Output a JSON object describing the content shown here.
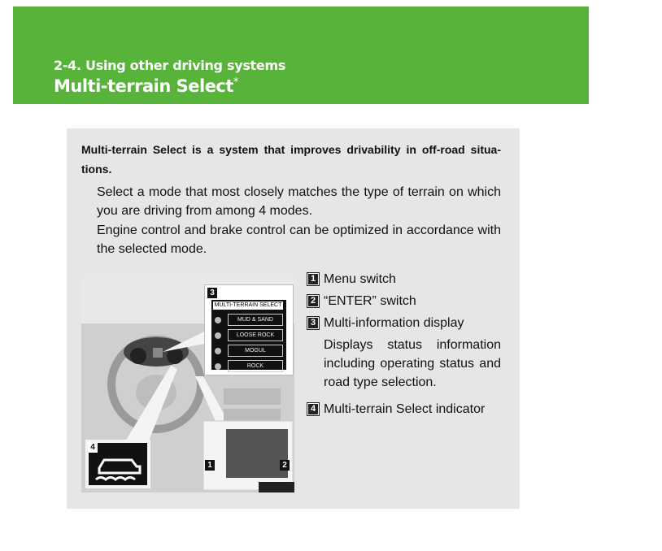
{
  "header": {
    "section": "2-4. Using other driving systems",
    "title": "Multi-terrain Select",
    "title_mark": "*"
  },
  "intro": "Multi-terrain Select is a system that improves drivability in off-road situa-tions.",
  "paragraphs": [
    "Select a mode that most closely matches the type of terrain on which you are driving from among 4 modes.",
    "Engine control and brake control can be optimized in accordance with the selected mode."
  ],
  "figure": {
    "display_title": "MULTI-TERRAIN SELECT",
    "modes": [
      "MUD & SAND",
      "LOOSE ROCK",
      "MOGUL",
      "ROCK"
    ],
    "callouts": [
      "1",
      "2",
      "3",
      "4"
    ]
  },
  "legend": [
    {
      "num": "1",
      "label": "Menu switch"
    },
    {
      "num": "2",
      "label": "“ENTER” switch"
    },
    {
      "num": "3",
      "label": "Multi-information display",
      "desc": "Displays status information including operating status and road type selection."
    },
    {
      "num": "4",
      "label": "Multi-terrain Select indicator"
    }
  ]
}
